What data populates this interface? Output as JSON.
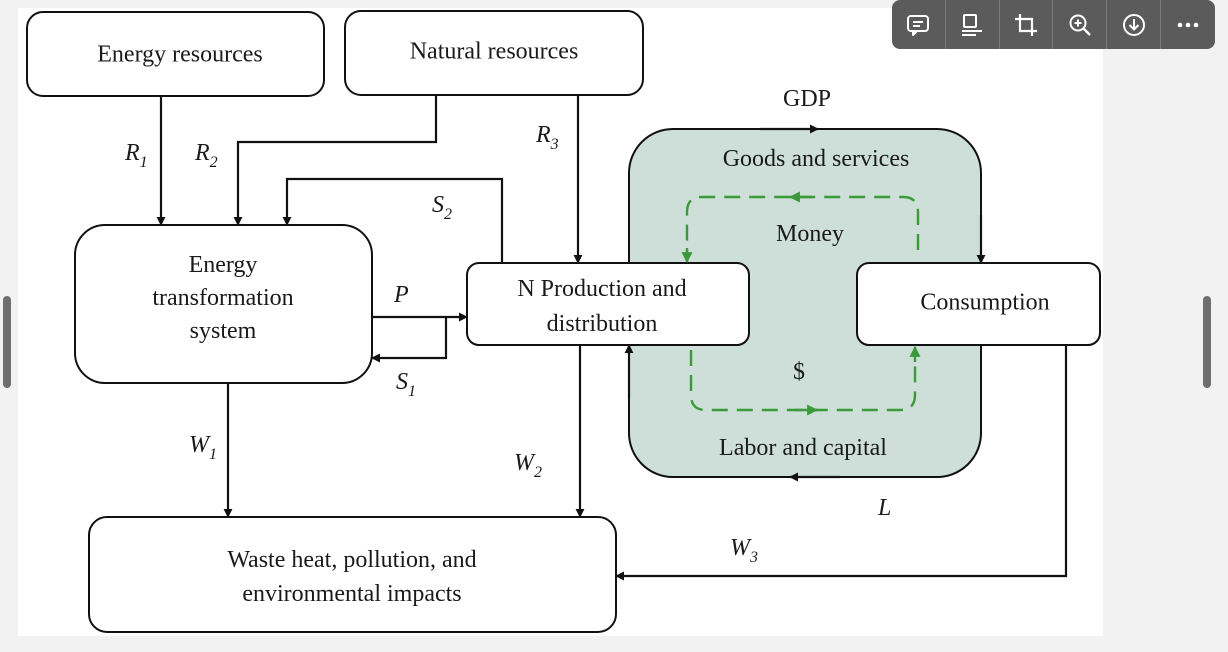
{
  "boxes": {
    "energy_resources": "Energy resources",
    "natural_resources": "Natural resources",
    "energy_transformation": [
      "Energy",
      "transformation",
      "system"
    ],
    "production": [
      "N Production and",
      "distribution"
    ],
    "consumption": "Consumption",
    "waste": [
      "Waste heat, pollution, and",
      "environmental impacts"
    ]
  },
  "flow_labels": {
    "R1": {
      "base": "R",
      "sub": "1"
    },
    "R2": {
      "base": "R",
      "sub": "2"
    },
    "R3": {
      "base": "R",
      "sub": "3"
    },
    "S1": {
      "base": "S",
      "sub": "1"
    },
    "S2": {
      "base": "S",
      "sub": "2"
    },
    "P": "P",
    "W1": {
      "base": "W",
      "sub": "1"
    },
    "W2": {
      "base": "W",
      "sub": "2"
    },
    "W3": {
      "base": "W",
      "sub": "3"
    },
    "L": "L"
  },
  "economy": {
    "gdp": "GDP",
    "goods": "Goods and services",
    "money": "Money",
    "dollar": "$",
    "labor": "Labor and capital"
  },
  "colors": {
    "economy_fill": "#cddfd8",
    "money_loop": "#3a9a3a",
    "line": "#111111"
  },
  "toolbar": {
    "icons": [
      "comment-icon",
      "text-recognize-icon",
      "crop-icon",
      "zoom-in-icon",
      "download-icon",
      "more-icon"
    ]
  }
}
